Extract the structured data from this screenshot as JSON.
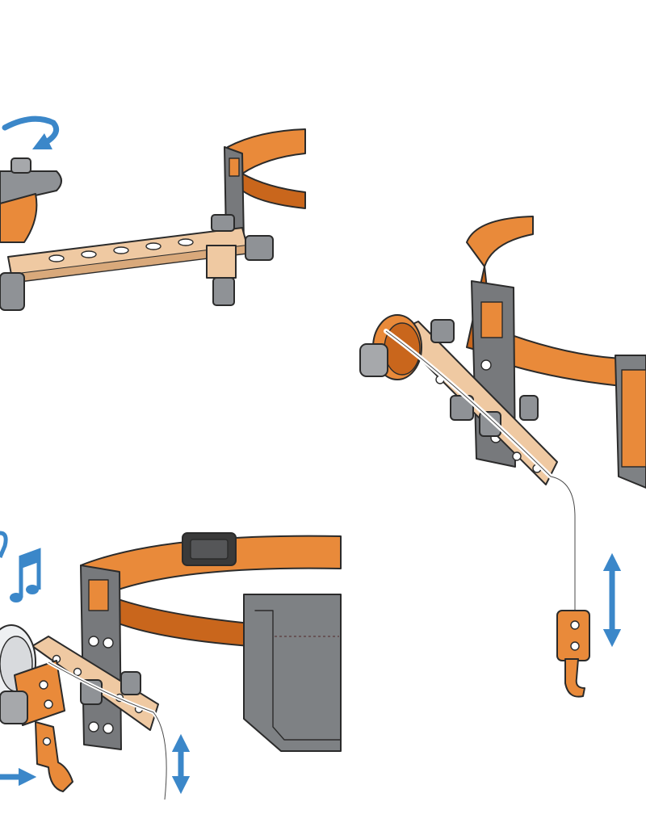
{
  "palette": {
    "strap_orange": "#e98a3a",
    "strap_dark": "#c9661c",
    "bracket_gray": "#77797c",
    "wood": "#efc9a2",
    "metal_gray": "#8f9296",
    "arrow_blue": "#3b87c9",
    "pouch_gray": "#7e8184",
    "string_white": "#ffffff"
  },
  "panels": [
    {
      "id": "rotating-arm",
      "icon": "rotate-arrow-icon"
    },
    {
      "id": "pulley-lift",
      "icon": "up-down-arrow-icon"
    },
    {
      "id": "music-box",
      "icons": [
        "music-notes-icon",
        "right-arrow-icon",
        "up-down-arrow-icon"
      ]
    }
  ]
}
